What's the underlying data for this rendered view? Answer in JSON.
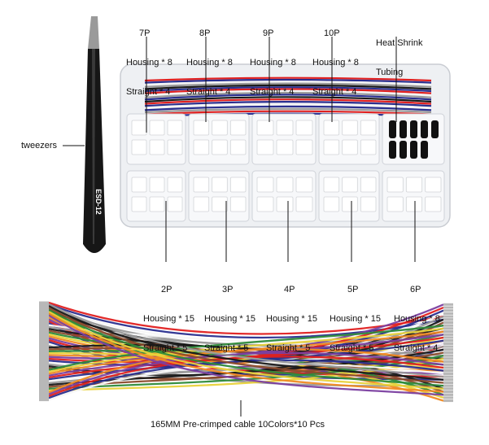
{
  "tweezers": {
    "label": "tweezers",
    "engraving": "ESD-12"
  },
  "top_labels": [
    {
      "size": "7P",
      "line1": "Housing * 8",
      "line2": "Straight * 4"
    },
    {
      "size": "8P",
      "line1": "Housing * 8",
      "line2": "Straight * 4"
    },
    {
      "size": "9P",
      "line1": "Housing * 8",
      "line2": "Straight * 4"
    },
    {
      "size": "10P",
      "line1": "Housing * 8",
      "line2": "Straight * 4"
    }
  ],
  "heat_shrink": {
    "line1": "Heat Shrink",
    "line2": "Tubing"
  },
  "bottom_labels": [
    {
      "size": "2P",
      "line1": "Housing * 15",
      "line2": "Straight * 5"
    },
    {
      "size": "3P",
      "line1": "Housing * 15",
      "line2": "Straight * 5"
    },
    {
      "size": "4P",
      "line1": "Housing * 15",
      "line2": "Straight * 5"
    },
    {
      "size": "5P",
      "line1": "Housing * 15",
      "line2": "Straight * 5"
    },
    {
      "size": "6P",
      "line1": "Housing * 8",
      "line2": "Straight * 4"
    }
  ],
  "cable_caption": "165MM Pre-crimped cable 10Colors*10 Pcs",
  "wire_colors": [
    "#e02020",
    "#2a2f8f",
    "#f5f5f5",
    "#9a9a9a",
    "#1a1a1a",
    "#8b4a2b",
    "#2e8b3a",
    "#e8d23a",
    "#f08a24",
    "#7b3fa0"
  ]
}
